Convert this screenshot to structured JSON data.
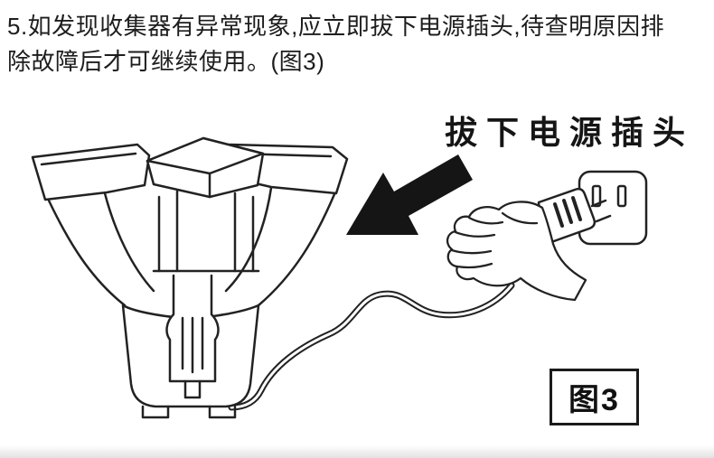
{
  "document": {
    "instruction_lines": [
      "5.如发现收集器有异常现象,应立即拔下电源插头,待查明原因排",
      "除故障后才可继续使用。(图3)"
    ],
    "callout_label": "拔下电源插头",
    "figure_label": "图3"
  },
  "colors": {
    "ink": "#1d1d1d",
    "arrow_fill": "#151515",
    "background": "#ffffff"
  }
}
